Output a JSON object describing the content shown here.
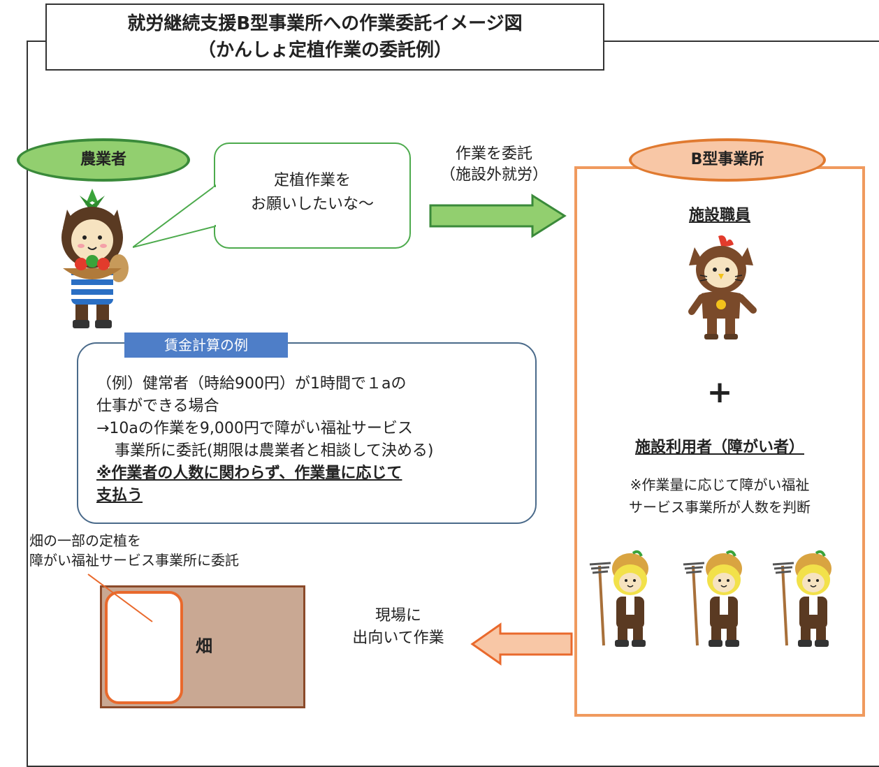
{
  "title": {
    "line1": "就労継続支援B型事業所への作業委託イメージ図",
    "line2": "（かんしょ定植作業の委託例）"
  },
  "farmer": {
    "label": "農業者"
  },
  "speech": {
    "line1": "定植作業を",
    "line2": "お願いしたいな～"
  },
  "delegate_arrow": {
    "line1": "作業を委託",
    "line2": "（施設外就労）"
  },
  "b_office": {
    "label": "B型事業所",
    "staff_title": "施設職員",
    "plus": "+",
    "user_title": "施設利用者（障がい者）",
    "user_note_line1": "※作業量に応じて障がい福祉",
    "user_note_line2": "サービス事業所が人数を判断"
  },
  "wage": {
    "label": "賃金計算の例",
    "line1": "（例）健常者（時給900円）が1時間で１aの",
    "line2": "仕事ができる場合",
    "line3": "→10aの作業を9,000円で障がい福祉サービス",
    "line4": "事業所に委託(期限は農業者と相談して決める)",
    "line5": "※作業者の人数に関わらず、作業量に応じて",
    "line6": "支払う"
  },
  "field": {
    "note_line1": "畑の一部の定植を",
    "note_line2": "障がい福祉サービス事業所に委託",
    "label": "畑"
  },
  "site_arrow": {
    "line1": "現場に",
    "line2": "出向いて作業"
  },
  "colors": {
    "farmer_fill": "#92cf6f",
    "farmer_border": "#3a8a3a",
    "b_fill": "#f8c7a6",
    "b_border": "#e07a30",
    "delegate_arrow": "#92cf6f",
    "site_arrow": "#f8c7a6",
    "wage_label": "#4e7ec8",
    "field_fill": "#c9a893"
  }
}
